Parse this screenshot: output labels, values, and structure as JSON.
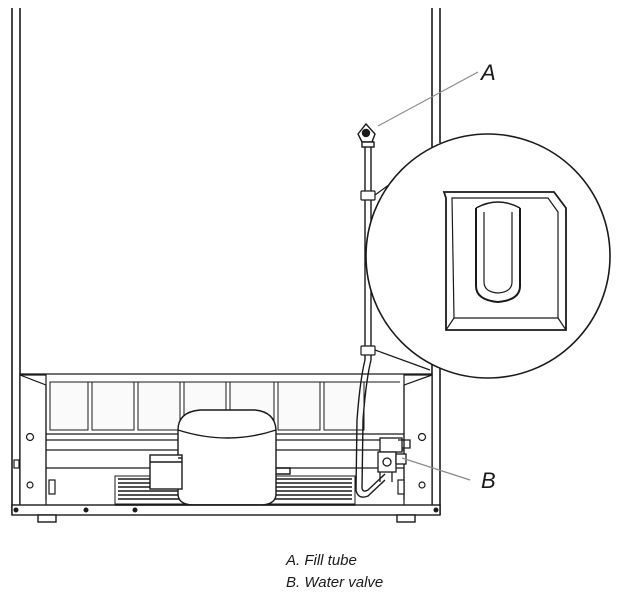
{
  "callouts": {
    "a": "A",
    "b": "B"
  },
  "legend": {
    "a": "A. Fill tube",
    "b": "B. Water valve"
  }
}
